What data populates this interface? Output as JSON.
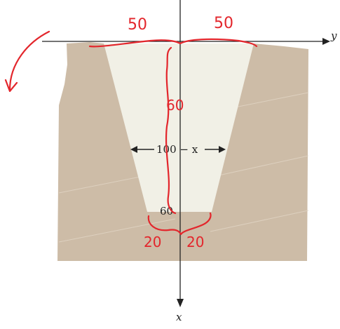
{
  "diagram": {
    "axis_y_label": "y",
    "axis_x_label": "x",
    "width_label": "100 − x",
    "bottom_label": "60"
  },
  "annotations": {
    "top_left_half": "50",
    "top_right_half": "50",
    "depth": "60",
    "bottom_left": "20",
    "bottom_right": "20"
  },
  "colors": {
    "ground": "#cdbca7",
    "water_channel": "#f1f0e6",
    "axis": "#222222",
    "handwriting": "#e3262c"
  }
}
